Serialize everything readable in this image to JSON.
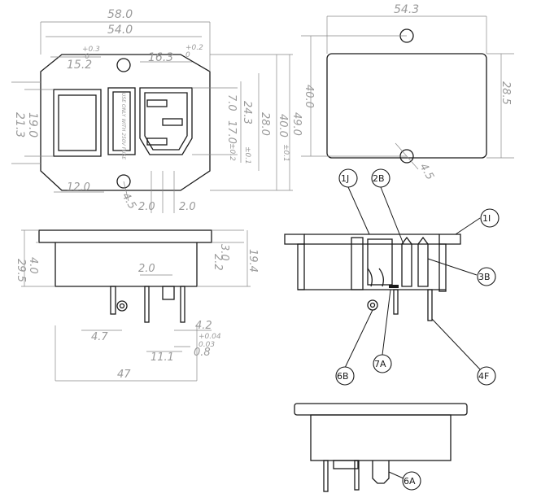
{
  "front_view": {
    "dims": {
      "width_58": "58.0",
      "width_54": "54.0",
      "tol_p03": "+0.3",
      "tol_m0": "-0",
      "tol_p02": "+0.2",
      "tol_0": "0",
      "d_152": "15.2",
      "d_163": "16.3",
      "d_213": "21.3",
      "d_190": "19.0",
      "d_70": "7.0",
      "d_170": "17.0",
      "d_243": "24.3",
      "tol_pm02": "±0.2",
      "d_280": "28.0",
      "tol_pm01a": "±0.1",
      "d_400": "40.0",
      "tol_pm01b": "±0.1",
      "d_490": "49.0",
      "d_120": "12.0",
      "d_45": "4.5",
      "d_20a": "2.0",
      "d_20b": "2.0"
    },
    "fuse_label": "USE ONLY WITH 250V FUSE"
  },
  "cutout_view": {
    "dims": {
      "width": "54.3",
      "height": "40.0",
      "inner": "28.5",
      "hole": "4.5"
    }
  },
  "side_view": {
    "dims": {
      "d_40": "4.0",
      "d_295": "29.5",
      "d_20": "2.0",
      "d_30": "3.0",
      "d_22": "2.2",
      "d_194": "19.4",
      "d_47": "4.7",
      "d_42": "4.2",
      "tol_p004": "+0.04",
      "tol_003": "0.03",
      "d_08": "0.8",
      "d_111": "11.1",
      "d_470": "47"
    }
  },
  "section_view": {
    "tags": [
      "1J",
      "2B",
      "1I",
      "3B",
      "6B",
      "7A",
      "4F"
    ]
  },
  "bottom_view": {
    "tags": [
      "6A"
    ]
  }
}
